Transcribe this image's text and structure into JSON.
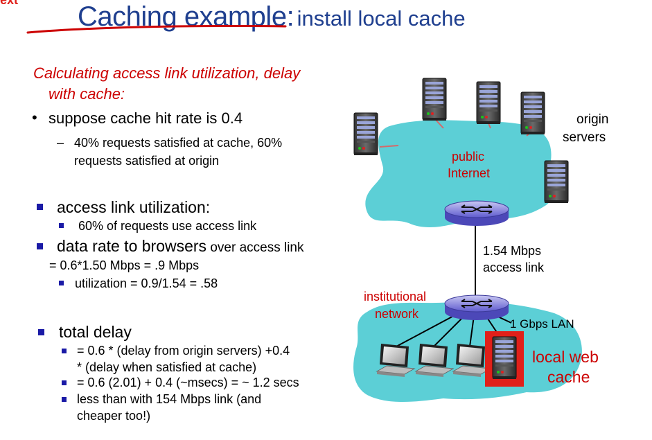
{
  "corner_text": "ext",
  "title": {
    "main": "Caching example:",
    "sub": "install local cache"
  },
  "heading": {
    "line1": "Calculating access link utilization, delay",
    "line2": "with cache:"
  },
  "bullets": {
    "b1": "suppose cache hit rate is 0.4",
    "b1_dash": "–",
    "b1_sub_line1": "40% requests satisfied at cache, 60%",
    "b1_sub_line2": "requests satisfied at origin",
    "b2": "access link utilization:",
    "b2_sub": "60% of requests use access link",
    "b3_main": "data rate to browsers",
    "b3_rest": " over access link",
    "b3_line2": "= 0.6*1.50 Mbps = .9 Mbps",
    "b3_sub": "utilization = 0.9/1.54 = .58",
    "b4": "total delay",
    "b4_sub1_line1": "= 0.6 * (delay from origin servers) +0.4",
    "b4_sub1_line2": "* (delay when satisfied at cache)",
    "b4_sub2": "= 0.6 (2.01) + 0.4 (~msecs) = ~ 1.2 secs",
    "b4_sub3_line1": "less than with 154 Mbps link (and",
    "b4_sub3_line2": "cheaper too!)"
  },
  "diagram": {
    "origin_servers_line1": "origin",
    "origin_servers_line2": "servers",
    "public_internet_line1": "public",
    "public_internet_line2": "Internet",
    "access_link_line1": "1.54 Mbps",
    "access_link_line2": "access link",
    "institutional_line1": "institutional",
    "institutional_line2": "network",
    "lan_label": "1 Gbps LAN",
    "local_cache_line1": "local web",
    "local_cache_line2": "cache",
    "colors": {
      "cloud": "#5ccfd6",
      "link": "#d46a6a",
      "router": "#6d6ad6",
      "cache_box": "#e0201a",
      "title": "#1f3f8f"
    }
  }
}
